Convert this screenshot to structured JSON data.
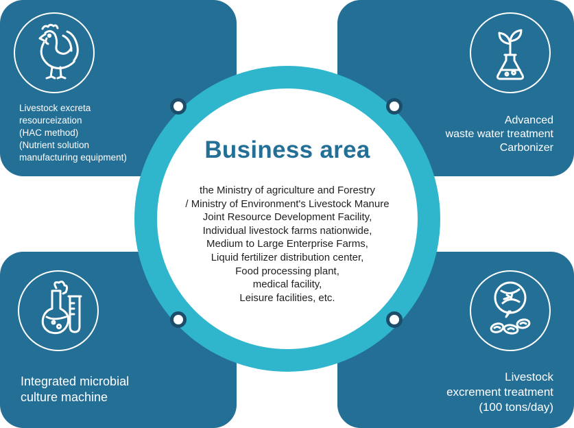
{
  "colors": {
    "card": "#246f95",
    "ring": "#30b6cc",
    "dot_border": "#1c4e6c",
    "title": "#246f95"
  },
  "center": {
    "title": "Business area",
    "lines": [
      "the Ministry of agriculture and Forestry",
      "/ Ministry of Environment's Livestock Manure",
      "Joint Resource Development Facility,",
      "Individual livestock farms nationwide,",
      "Medium to Large Enterprise Farms,",
      "Liquid fertilizer distribution center,",
      "Food processing plant,",
      "medical facility,",
      "Leisure facilities, etc."
    ]
  },
  "cards": {
    "top_left": {
      "icon": "rooster-icon",
      "text": "Livestock excreta\nresourceization\n(HAC method)\n(Nutrient solution\nmanufacturing equipment)"
    },
    "top_right": {
      "icon": "sprout-flask-icon",
      "text": "Advanced\nwaste water treatment\nCarbonizer"
    },
    "bottom_left": {
      "icon": "lab-glassware-icon",
      "text": "Integrated microbial\nculture machine"
    },
    "bottom_right": {
      "icon": "microbe-pellets-icon",
      "text": "Livestock\nexcrement treatment\n(100 tons/day)"
    }
  }
}
